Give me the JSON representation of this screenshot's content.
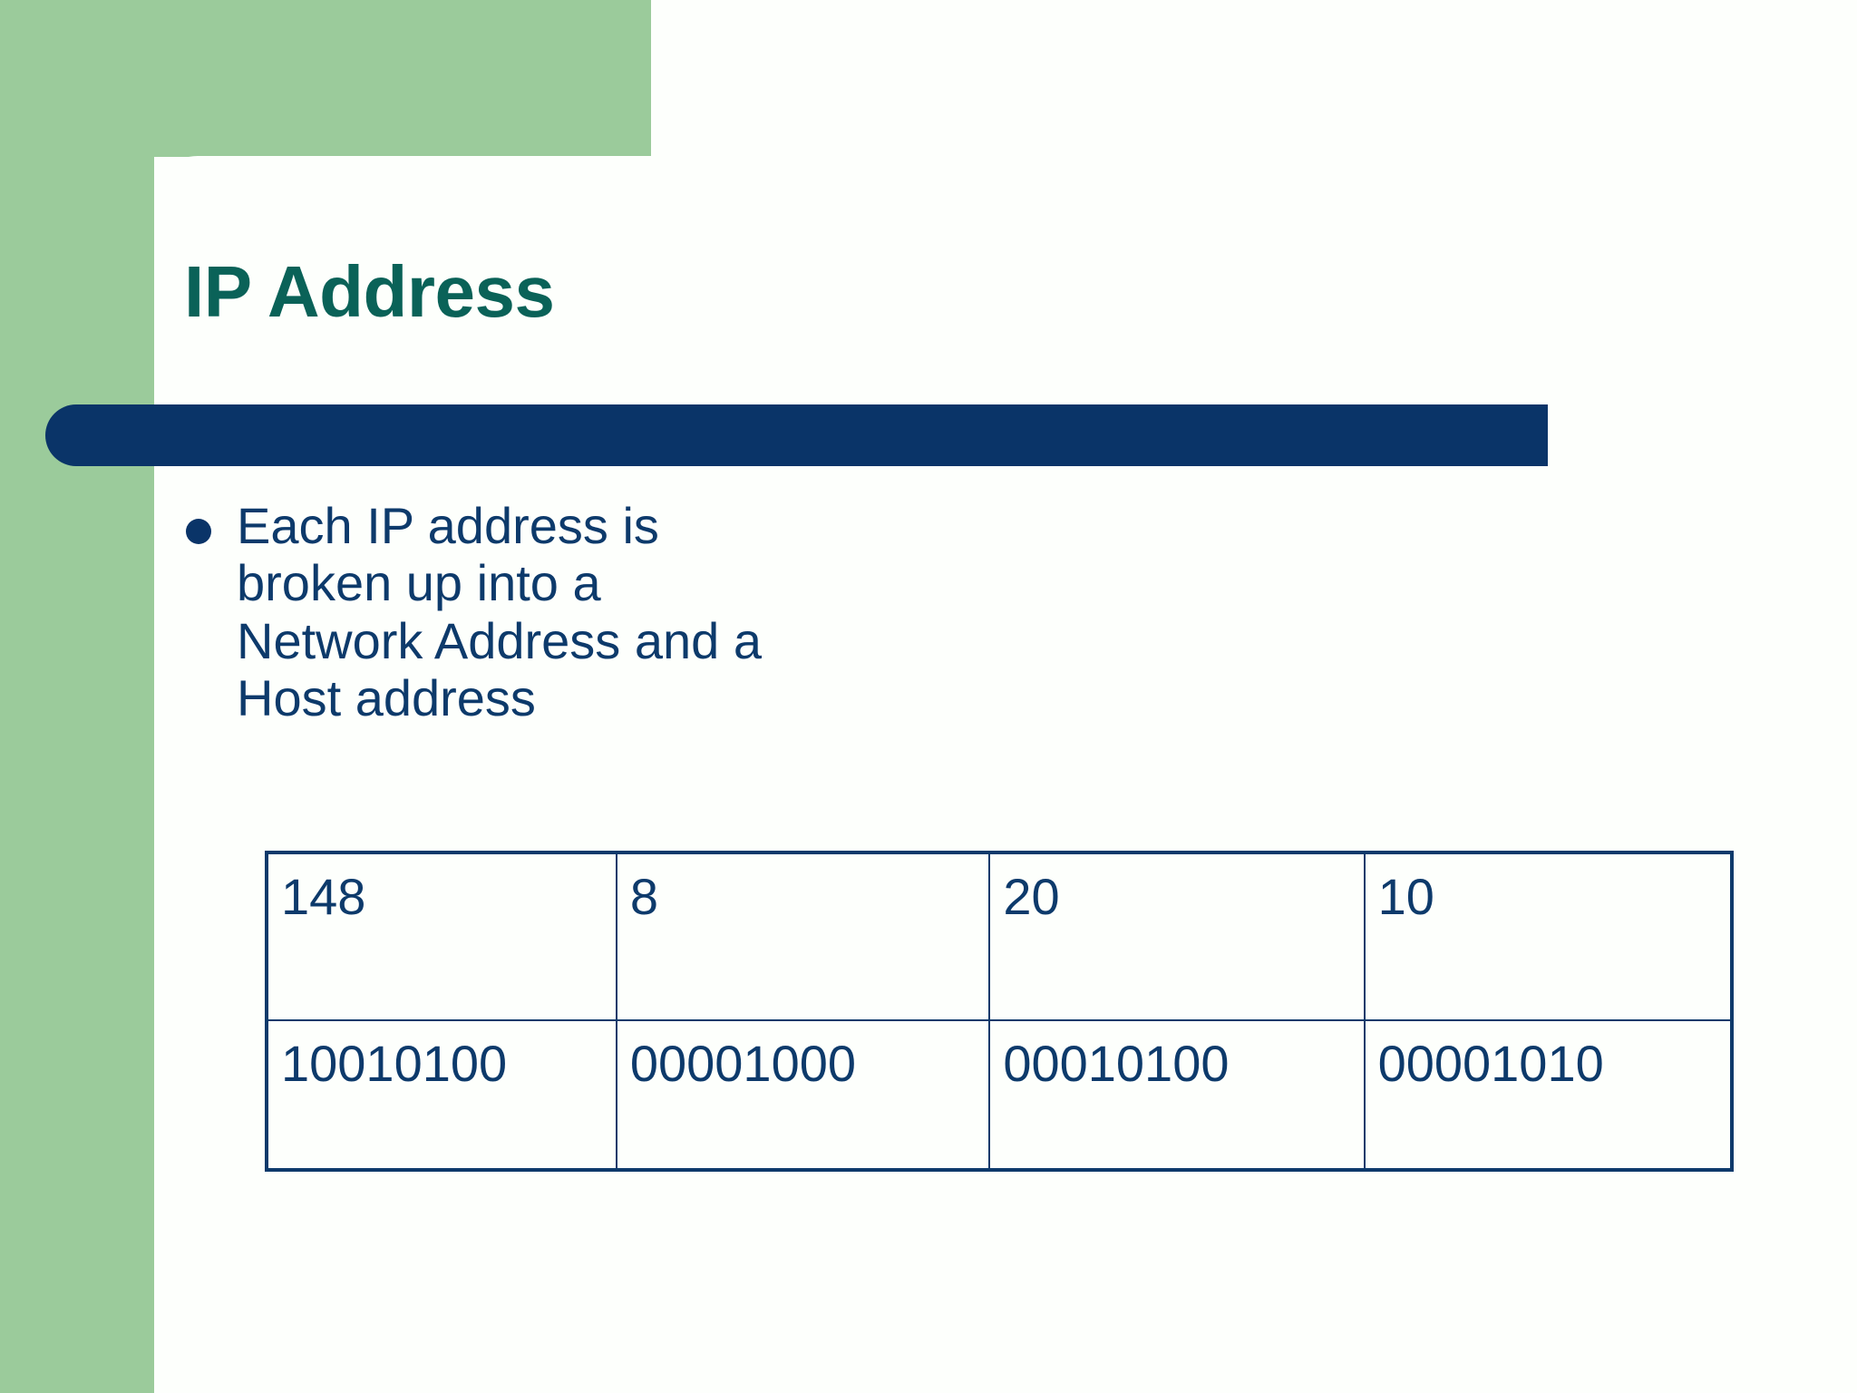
{
  "slide": {
    "title": "IP Address",
    "bullets": [
      {
        "marker": "bullet-dot",
        "text": "Each IP address is\nbroken up into a\nNetwork Address and a\nHost address"
      }
    ]
  },
  "table": {
    "rows": [
      {
        "kind": "decimal-octets",
        "cells": [
          "148",
          "8",
          "20",
          "10"
        ]
      },
      {
        "kind": "binary-octets",
        "cells": [
          "10010100",
          "00001000",
          "00010100",
          "00001010"
        ]
      }
    ]
  },
  "colors": {
    "title_teal": "#0a6258",
    "body_navy": "#0d3a6b",
    "bar_navy": "#0a3468",
    "accent_green": "#9bcb9b",
    "slide_background": "#fdfffc"
  }
}
